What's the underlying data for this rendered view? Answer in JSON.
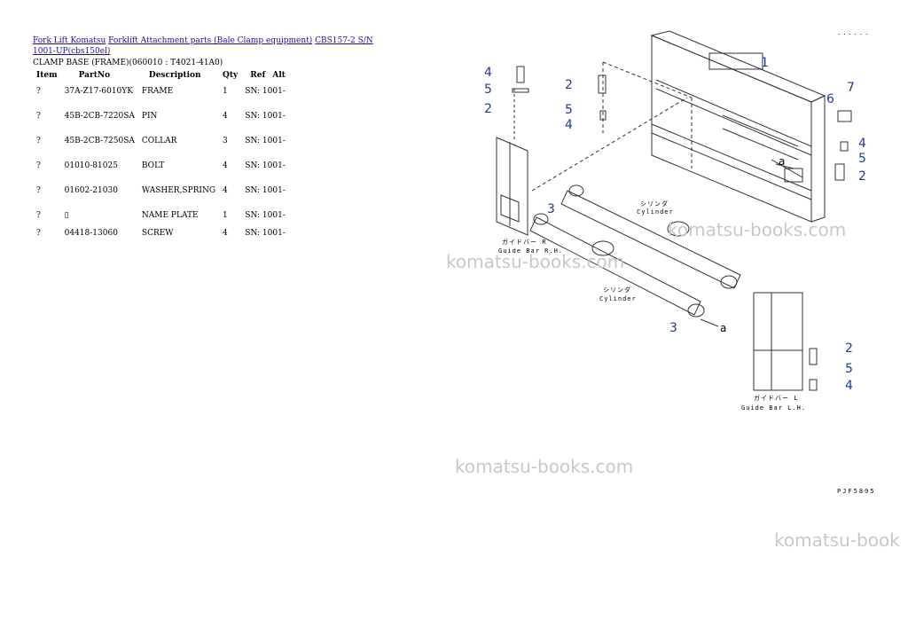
{
  "breadcrumb": {
    "links": [
      "Fork Lift Komatsu",
      "Forklift Attachment parts (Bale Clamp equipment)",
      "CBS157-2 S/N 1001-UP(cbs150el)"
    ]
  },
  "section_title": "CLAMP BASE (FRAME)(060010 : T4021-41A0)",
  "table": {
    "headers": [
      "Item",
      "PartNo",
      "Description",
      "Qty",
      "Ref",
      "Alt"
    ],
    "rows": [
      {
        "item": "?",
        "partno": "37A-Z17-6010YK",
        "desc": "FRAME",
        "qty": "1",
        "ref": "SN: 1001-",
        "alt": ""
      },
      {
        "item": "?",
        "partno": "45B-2CB-7220SA",
        "desc": "PIN",
        "qty": "4",
        "ref": "SN: 1001-",
        "alt": ""
      },
      {
        "item": "?",
        "partno": "45B-2CB-7250SA",
        "desc": "COLLAR",
        "qty": "3",
        "ref": "SN: 1001-",
        "alt": ""
      },
      {
        "item": "?",
        "partno": "01010-81025",
        "desc": "BOLT",
        "qty": "4",
        "ref": "SN: 1001-",
        "alt": ""
      },
      {
        "item": "?",
        "partno": "01602-21030",
        "desc": "WASHER,SPRING",
        "qty": "4",
        "ref": "SN: 1001-",
        "alt": ""
      },
      {
        "item": "?",
        "partno": "",
        "desc": "NAME PLATE",
        "qty": "1",
        "ref": "SN: 1001-",
        "alt": ""
      },
      {
        "item": "?",
        "partno": "04418-13060",
        "desc": "SCREW",
        "qty": "4",
        "ref": "SN: 1001-",
        "alt": ""
      }
    ]
  },
  "diagram": {
    "callouts": [
      "1",
      "2",
      "5",
      "4",
      "6",
      "7",
      "4",
      "5",
      "2",
      "4",
      "5",
      "2",
      "3",
      "3",
      "2",
      "5",
      "4",
      "a",
      "a"
    ],
    "labels": {
      "cylinder_jp_1": "シリンダ",
      "cylinder_en_1": "Cylinder",
      "cylinder_jp_2": "シリンダ",
      "cylinder_en_2": "Cylinder",
      "guide_rh_jp": "ガイドバー R",
      "guide_rh_en": "Guide Bar R.H.",
      "guide_lh_jp": "ガイドバー L",
      "guide_lh_en": "Guide Bar L.H."
    },
    "drawing_code": "PJF5895",
    "corner_dots": "......",
    "callout_color": "#1f3a93"
  },
  "watermarks": [
    "komatsu-books.com",
    "komatsu-books.com",
    "komatsu-books.com",
    "komatsu-book"
  ]
}
